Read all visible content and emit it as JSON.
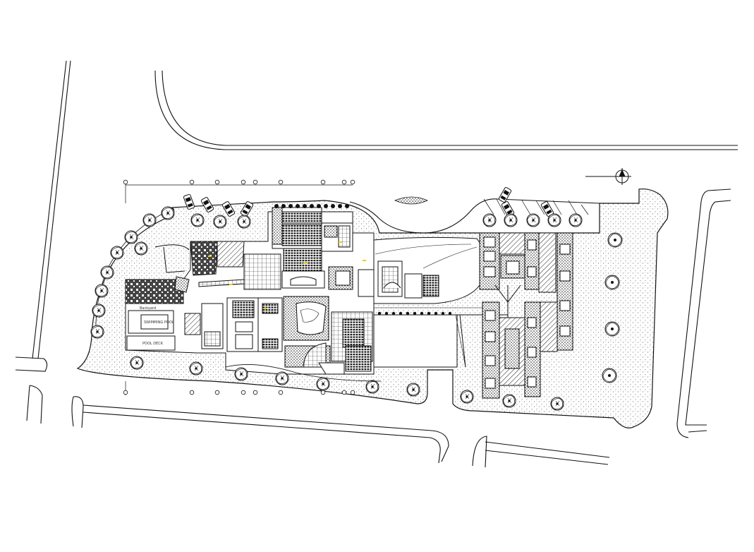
{
  "drawing": {
    "labels": {
      "pool_area": "Backyard",
      "pool": "SWIMMING POOL",
      "deck": "POOL DECK"
    },
    "colors": {
      "background": "#ffffff",
      "linework": "#111111",
      "hatch": "#555555",
      "highlight": "#e6d200"
    },
    "icons": [
      "north-arrow-icon",
      "tree-icon",
      "car-icon",
      "grid-bubble-icon"
    ]
  }
}
